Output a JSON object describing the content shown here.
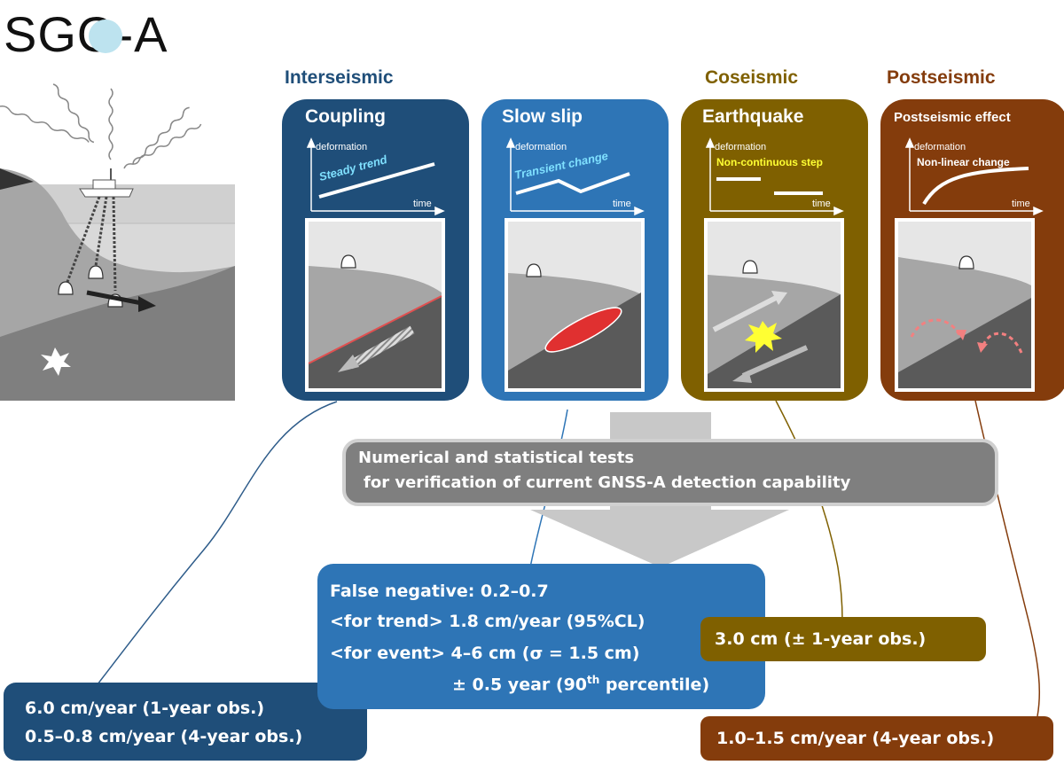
{
  "logo": {
    "text": "SGO-A"
  },
  "phases": {
    "interseismic": {
      "label": "Interseismic",
      "color": "#1f4e79"
    },
    "coseismic": {
      "label": "Coseismic",
      "color": "#7f6000"
    },
    "postseismic": {
      "label": "Postseismic",
      "color": "#843c0c"
    }
  },
  "cards": [
    {
      "title": "Coupling",
      "ylabel": "deformation",
      "xlabel": "time",
      "annotation": "Steady trend",
      "color": "#1f4e79"
    },
    {
      "title": "Slow slip",
      "ylabel": "deformation",
      "xlabel": "time",
      "annotation": "Transient change",
      "color": "#2e75b6"
    },
    {
      "title": "Earthquake",
      "ylabel": "deformation",
      "xlabel": "time",
      "annotation": "Non-continuous step",
      "color": "#7f6000"
    },
    {
      "title": "Postseismic effect",
      "ylabel": "deformation",
      "xlabel": "time",
      "annotation": "Non-linear change",
      "color": "#843c0c"
    }
  ],
  "tests_box": {
    "line1": "Numerical and statistical tests",
    "line2": "for verification of current GNSS-A detection capability"
  },
  "results": {
    "blue": {
      "line1": "False negative: 0.2–0.7",
      "line2": "<for trend> 1.8 cm/year (95%CL)",
      "line3": "<for event> 4–6 cm (σ = 1.5 cm)",
      "line4_pre": "± 0.5 year (90",
      "line4_sup": "th",
      "line4_post": " percentile)"
    },
    "coseismic": {
      "text": "3.0 cm (± 1-year obs.)"
    },
    "interseismic": {
      "line1": "6.0 cm/year (1-year obs.)",
      "line2": "0.5–0.8 cm/year (4-year obs.)"
    },
    "postseismic": {
      "text": "1.0–1.5 cm/year (4-year obs.)"
    }
  }
}
